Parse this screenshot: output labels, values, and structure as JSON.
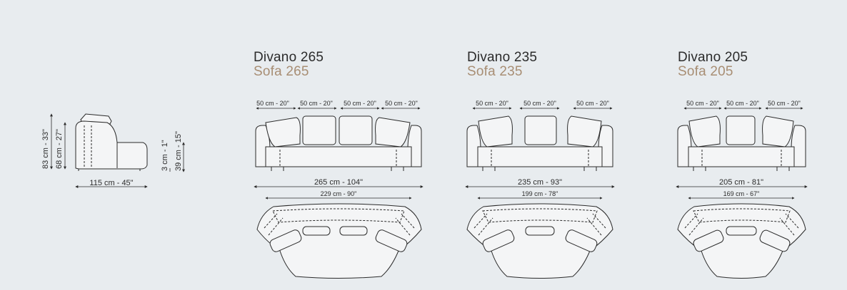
{
  "side_view": {
    "height_total": "83 cm - 33\"",
    "height_back": "68 cm - 27\"",
    "depth": "115 cm - 45\"",
    "feet": "3 cm - 1\"",
    "seat_height": "39 cm - 15\""
  },
  "sofas": [
    {
      "name_it": "Divano 265",
      "name_en": "Sofa 265",
      "cushions": [
        "50 cm - 20\"",
        "50 cm - 20\"",
        "50 cm - 20\"",
        "50 cm - 20\""
      ],
      "width_total": "265 cm - 104\"",
      "width_inner": "229 cm - 90\""
    },
    {
      "name_it": "Divano 235",
      "name_en": "Sofa 235",
      "cushions": [
        "50 cm - 20\"",
        "50 cm - 20\"",
        "50 cm - 20\""
      ],
      "width_total": "235 cm - 93\"",
      "width_inner": "199 cm - 78\""
    },
    {
      "name_it": "Divano 205",
      "name_en": "Sofa 205",
      "cushions": [
        "50 cm - 20\"",
        "50 cm - 20\"",
        "50 cm - 20\""
      ],
      "width_total": "205 cm - 81\"",
      "width_inner": "169 cm - 67\""
    }
  ]
}
